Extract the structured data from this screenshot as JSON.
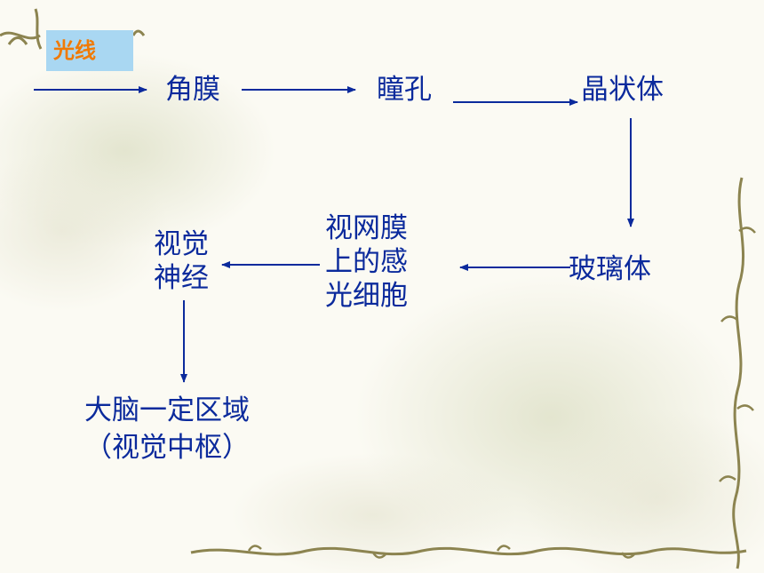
{
  "labels": {
    "light": "光线",
    "cornea": "角膜",
    "pupil": "瞳孔",
    "lens": "晶状体",
    "vitreous": "玻璃体",
    "retina": "视网膜\n上的感\n光细胞",
    "optic_nerve": "视觉\n神经",
    "cortex_line1": "大脑一定区域",
    "cortex_line2": "（视觉中枢）"
  },
  "colors": {
    "text": "#0b2a9c",
    "arrow": "#0b2a9c",
    "badge_bg": "#a9d7f2",
    "badge_text": "#f07a05"
  }
}
